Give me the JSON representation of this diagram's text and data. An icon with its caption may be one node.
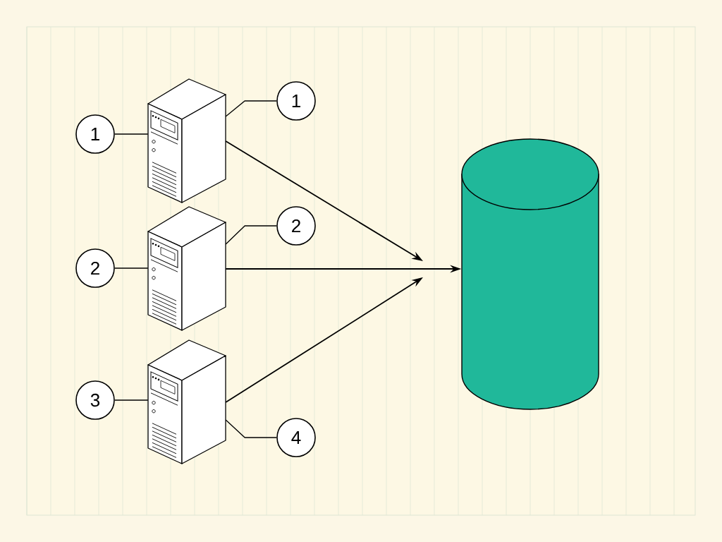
{
  "diagram": {
    "nodes": [
      {
        "text": [],
        "shape": "server"
      },
      {
        "text": [],
        "shape": "server"
      },
      {
        "text": [],
        "shape": "server"
      },
      {
        "text": [],
        "shape": "cylinder"
      },
      {
        "text": [
          "1"
        ]
      },
      {
        "text": [
          "1"
        ]
      },
      {
        "text": [
          "2"
        ]
      },
      {
        "text": [
          "2"
        ]
      },
      {
        "text": [
          "3"
        ]
      },
      {
        "text": [
          "4"
        ]
      }
    ],
    "edges": [
      {
        "from": 4,
        "to": 0,
        "arrow": "none"
      },
      {
        "from": 5,
        "to": 0,
        "arrow": "none"
      },
      {
        "from": 6,
        "to": 1,
        "arrow": "none"
      },
      {
        "from": 7,
        "to": 1,
        "arrow": "none"
      },
      {
        "from": 8,
        "to": 2,
        "arrow": "none"
      },
      {
        "from": 9,
        "to": 2,
        "arrow": "none"
      },
      {
        "from": 0,
        "to": null,
        "arrow": "to"
      },
      {
        "from": 1,
        "to": 3,
        "arrow": "to"
      },
      {
        "from": 2,
        "to": null,
        "arrow": "to"
      }
    ]
  }
}
